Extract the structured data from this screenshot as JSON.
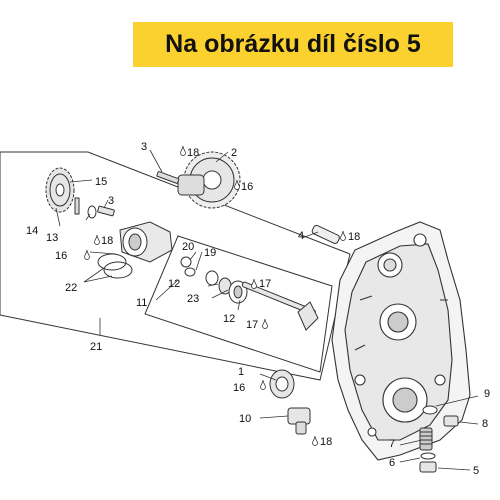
{
  "banner": {
    "text": "Na obrázku díl číslo 5",
    "background": "#fad12e"
  },
  "diagram": {
    "labels": {
      "l1": "1",
      "l2": "2",
      "l3a": "3",
      "l3b": "3",
      "l4": "4",
      "l5": "5",
      "l6": "6",
      "l7": "7",
      "l8": "8",
      "l9": "9",
      "l10": "10",
      "l11": "11",
      "l12a": "12",
      "l12b": "12",
      "l13": "13",
      "l14": "14",
      "l15": "15",
      "l16a": "16",
      "l16b": "16",
      "l16c": "16",
      "l17a": "17",
      "l17b": "17",
      "l18a": "18",
      "l18b": "18",
      "l18c": "18",
      "l18d": "18",
      "l19": "19",
      "l20": "20",
      "l21": "21",
      "l22": "22",
      "l23": "23"
    },
    "icons": {
      "drop": "lubricant-drop-icon"
    }
  }
}
